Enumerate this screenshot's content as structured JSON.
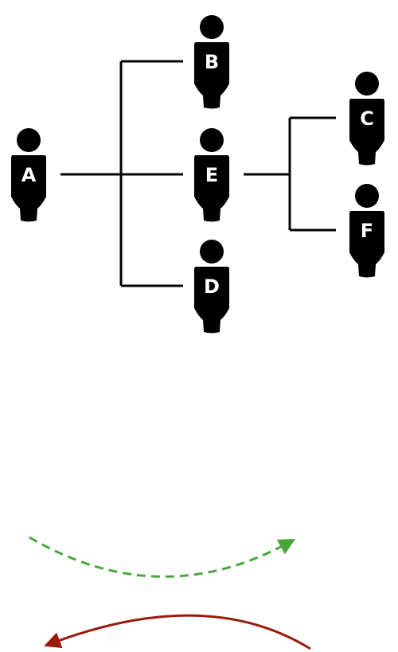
{
  "diagram": {
    "people": [
      {
        "id": "A",
        "label": "A"
      },
      {
        "id": "B",
        "label": "B"
      },
      {
        "id": "E",
        "label": "E"
      },
      {
        "id": "D",
        "label": "D"
      },
      {
        "id": "C",
        "label": "C"
      },
      {
        "id": "F",
        "label": "F"
      }
    ],
    "connections": [
      {
        "from": "A",
        "to": "B"
      },
      {
        "from": "A",
        "to": "E"
      },
      {
        "from": "A",
        "to": "D"
      },
      {
        "from": "E",
        "to": "C"
      },
      {
        "from": "E",
        "to": "F"
      }
    ],
    "arrows": [
      {
        "name": "dashed-arrow-right",
        "style": "dashed",
        "direction": "right",
        "color": "#4aa63c"
      },
      {
        "name": "solid-arrow-left",
        "style": "solid",
        "direction": "left",
        "color": "#9b1a0a"
      }
    ],
    "colors": {
      "person": "#000000",
      "label": "#ffffff",
      "line": "#000000"
    }
  }
}
